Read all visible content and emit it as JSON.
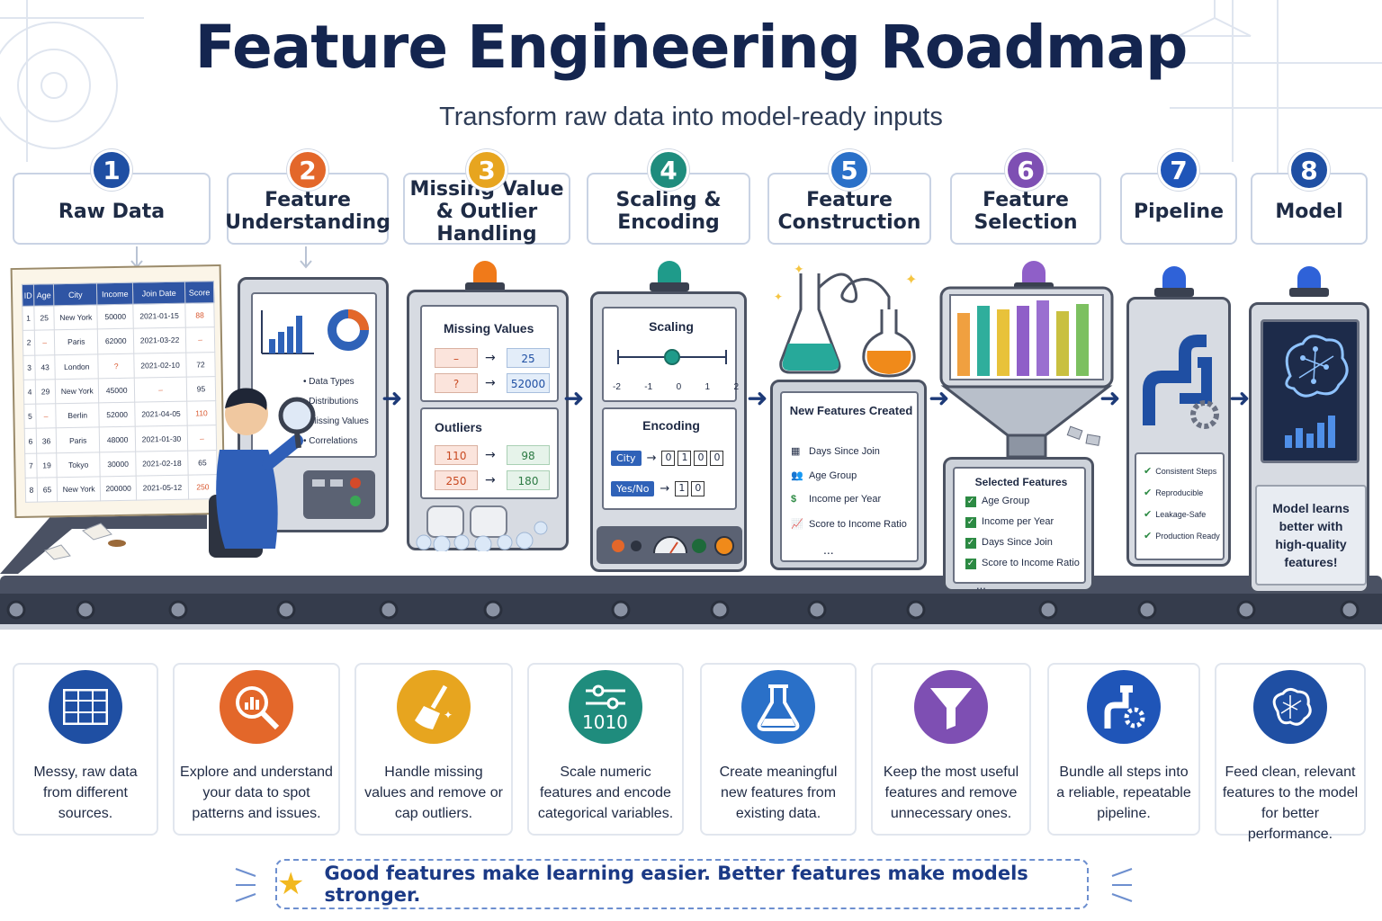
{
  "title": "Feature Engineering Roadmap",
  "subtitle": "Transform raw data into model-ready inputs",
  "colors": {
    "navy": "#14254f",
    "step1": "#1f4fa3",
    "step2": "#e3672a",
    "step3": "#e7a51f",
    "step4": "#1f8c7d",
    "step5": "#2a70c8",
    "step6": "#7e4fb3",
    "step7": "#1f55b8",
    "step8": "#1f4fa3"
  },
  "steps": [
    {
      "num": "1",
      "label": "Raw Data"
    },
    {
      "num": "2",
      "label": "Feature Understanding"
    },
    {
      "num": "3",
      "label": "Missing Value & Outlier Handling"
    },
    {
      "num": "4",
      "label": "Scaling & Encoding"
    },
    {
      "num": "5",
      "label": "Feature Construction"
    },
    {
      "num": "6",
      "label": "Feature Selection"
    },
    {
      "num": "7",
      "label": "Pipeline"
    },
    {
      "num": "8",
      "label": "Model"
    }
  ],
  "raw_table": {
    "headers": [
      "ID",
      "Age",
      "City",
      "Income",
      "Join Date",
      "Score"
    ],
    "rows": [
      [
        "1",
        "25",
        "New York",
        "50000",
        "2021-01-15",
        "88"
      ],
      [
        "2",
        "–",
        "Paris",
        "62000",
        "2021-03-22",
        "–"
      ],
      [
        "3",
        "43",
        "London",
        "?",
        "2021-02-10",
        "72"
      ],
      [
        "4",
        "29",
        "New York",
        "45000",
        "–",
        "95"
      ],
      [
        "5",
        "–",
        "Berlin",
        "52000",
        "2021-04-05",
        "110"
      ],
      [
        "6",
        "36",
        "Paris",
        "48000",
        "2021-01-30",
        "–"
      ],
      [
        "7",
        "19",
        "Tokyo",
        "30000",
        "2021-02-18",
        "65"
      ],
      [
        "8",
        "65",
        "New York",
        "200000",
        "2021-05-12",
        "250"
      ]
    ]
  },
  "understanding": {
    "items": [
      "Data Types",
      "Distributions",
      "Missing Values",
      "Correlations"
    ]
  },
  "missing": {
    "title": "Missing Values",
    "rows": [
      {
        "from": "–",
        "to": "25"
      },
      {
        "from": "?",
        "to": "52000"
      }
    ],
    "outliers_title": "Outliers",
    "outlier_rows": [
      {
        "from": "110",
        "to": "98"
      },
      {
        "from": "250",
        "to": "180"
      }
    ]
  },
  "scaling": {
    "title": "Scaling",
    "ticks": [
      "-2",
      "-1",
      "0",
      "1",
      "2"
    ],
    "encoding_title": "Encoding",
    "city_label": "City",
    "city_code": [
      "0",
      "1",
      "0",
      "0"
    ],
    "yesno_label": "Yes/No",
    "yesno_code": [
      "1",
      "0"
    ]
  },
  "construction": {
    "title": "New Features Created",
    "items": [
      "Days Since Join",
      "Age Group",
      "Income per Year",
      "Score to Income Ratio"
    ],
    "more": "..."
  },
  "selection": {
    "title": "Selected Features",
    "items": [
      "Age Group",
      "Income per Year",
      "Days Since Join",
      "Score to Income Ratio"
    ],
    "more": "..."
  },
  "pipeline": {
    "items": [
      "Consistent Steps",
      "Reproducible",
      "Leakage-Safe",
      "Production Ready"
    ]
  },
  "model": {
    "caption": "Model learns better with high-quality features!"
  },
  "descriptions": [
    {
      "icon": "table-icon",
      "text": "Messy, raw data from different sources."
    },
    {
      "icon": "magnifier-chart-icon",
      "text": "Explore and understand your data to spot patterns and issues."
    },
    {
      "icon": "broom-icon",
      "text": "Handle missing values and remove or cap outliers."
    },
    {
      "icon": "sliders-binary-icon",
      "text": "Scale numeric features and encode categorical variables."
    },
    {
      "icon": "flask-icon",
      "text": "Create meaningful new features from existing data."
    },
    {
      "icon": "funnel-icon",
      "text": "Keep the most useful features and remove unnecessary ones."
    },
    {
      "icon": "pipe-gear-icon",
      "text": "Bundle all steps into a reliable, repeatable pipeline."
    },
    {
      "icon": "brain-icon",
      "text": "Feed clean, relevant features to the model for better performance."
    }
  ],
  "footer": "Good features make learning easier. Better features make models stronger."
}
